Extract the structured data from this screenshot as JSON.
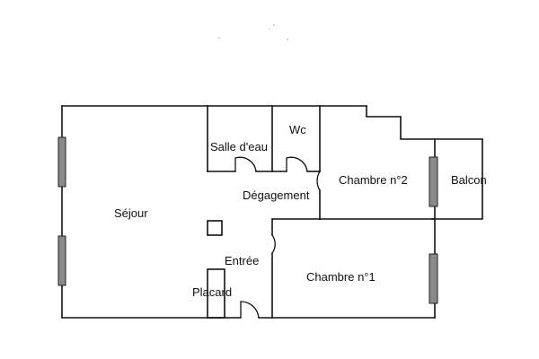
{
  "rooms": {
    "sejour": "Séjour",
    "salle_deau": "Salle d'eau",
    "wc": "Wc",
    "degagement": "Dégagement",
    "chambre2": "Chambre n°2",
    "balcon": "Balcon",
    "entree": "Entrée",
    "chambre1": "Chambre n°1",
    "placard": "Placard"
  },
  "colors": {
    "wall": "#111111",
    "window": "#8a8a8a",
    "background": "#ffffff"
  }
}
